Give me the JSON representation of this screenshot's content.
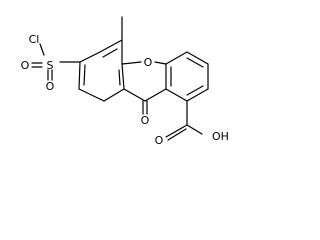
{
  "molecule": {
    "labels": {
      "sulfonyl_chloride_cl": "Cl",
      "sulfonyl_s": "S",
      "sulfonyl_o_left": "O",
      "sulfonyl_o_bottom": "O",
      "ring_oxygen": "O",
      "ketone_oxygen": "O",
      "carboxyl_group": "OH"
    }
  }
}
